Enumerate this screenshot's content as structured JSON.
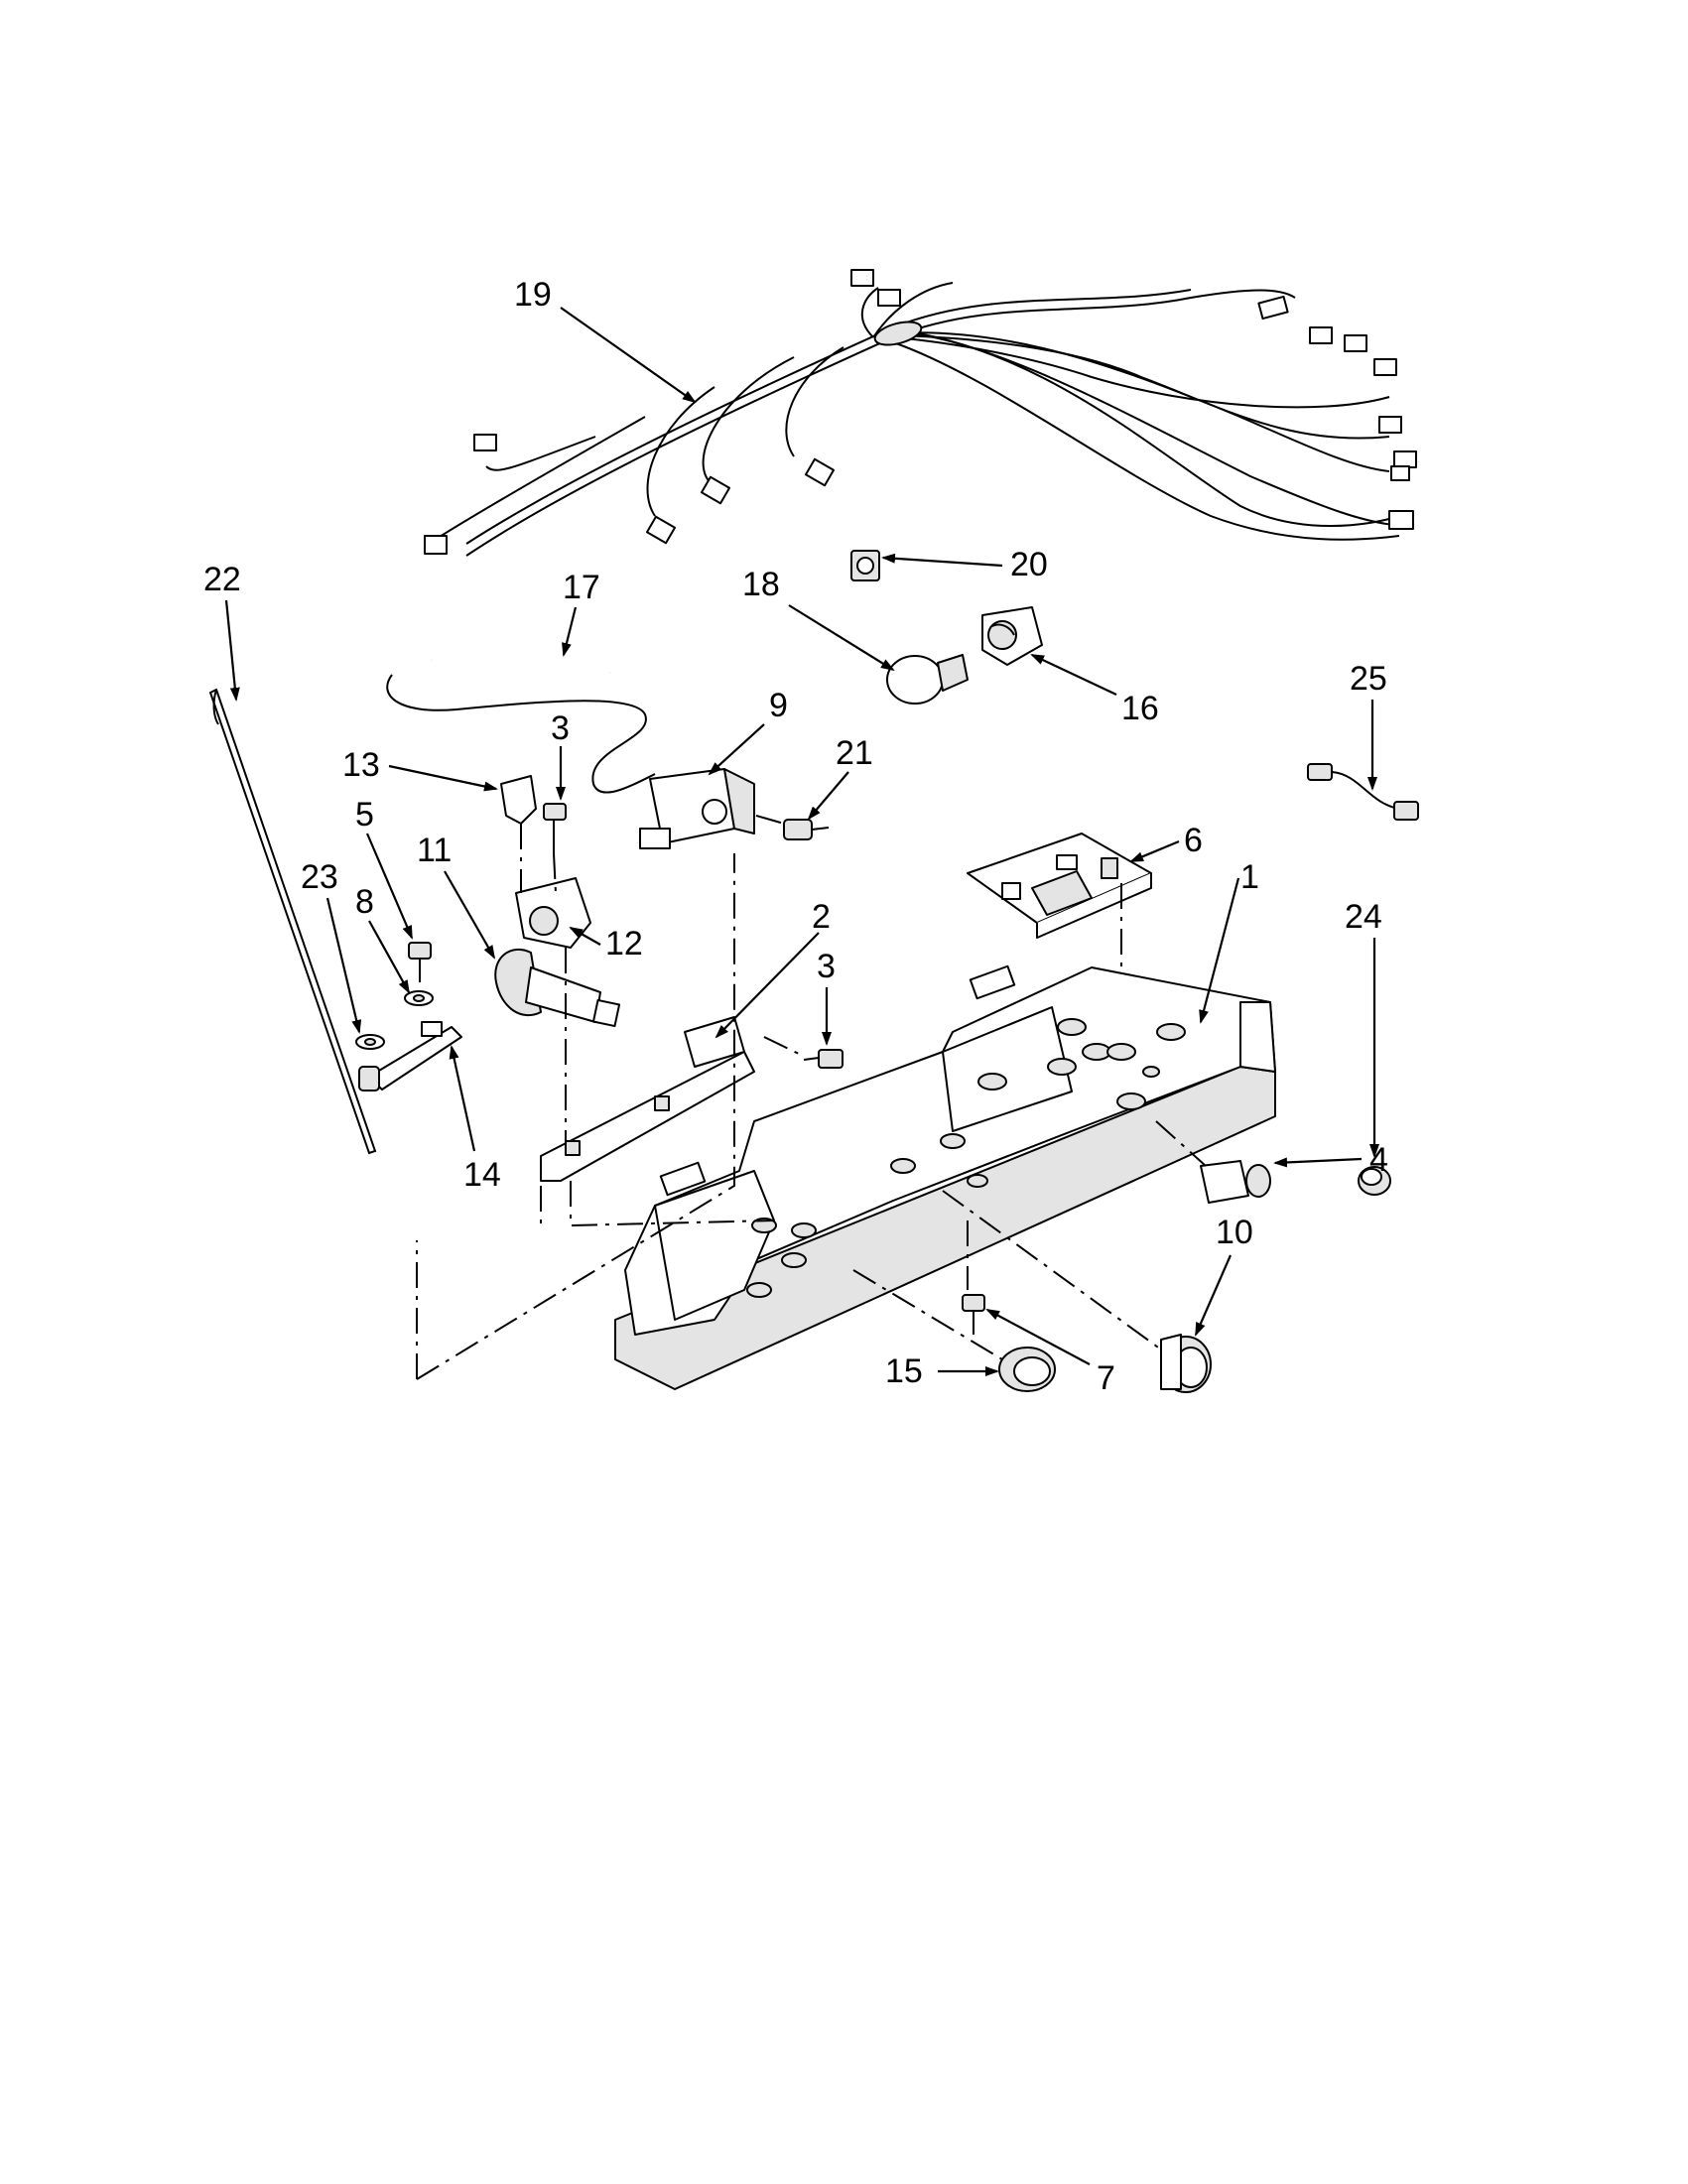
{
  "callouts": [
    {
      "id": "1",
      "label": "1"
    },
    {
      "id": "2",
      "label": "2"
    },
    {
      "id": "3a",
      "label": "3"
    },
    {
      "id": "3b",
      "label": "3"
    },
    {
      "id": "4",
      "label": "4"
    },
    {
      "id": "5",
      "label": "5"
    },
    {
      "id": "6",
      "label": "6"
    },
    {
      "id": "7",
      "label": "7"
    },
    {
      "id": "8",
      "label": "8"
    },
    {
      "id": "9",
      "label": "9"
    },
    {
      "id": "10",
      "label": "10"
    },
    {
      "id": "11",
      "label": "11"
    },
    {
      "id": "12",
      "label": "12"
    },
    {
      "id": "13",
      "label": "13"
    },
    {
      "id": "14",
      "label": "14"
    },
    {
      "id": "15",
      "label": "15"
    },
    {
      "id": "16",
      "label": "16"
    },
    {
      "id": "17",
      "label": "17"
    },
    {
      "id": "18",
      "label": "18"
    },
    {
      "id": "19",
      "label": "19"
    },
    {
      "id": "20",
      "label": "20"
    },
    {
      "id": "21",
      "label": "21"
    },
    {
      "id": "22",
      "label": "22"
    },
    {
      "id": "23",
      "label": "23"
    },
    {
      "id": "24",
      "label": "24"
    },
    {
      "id": "25",
      "label": "25"
    }
  ]
}
